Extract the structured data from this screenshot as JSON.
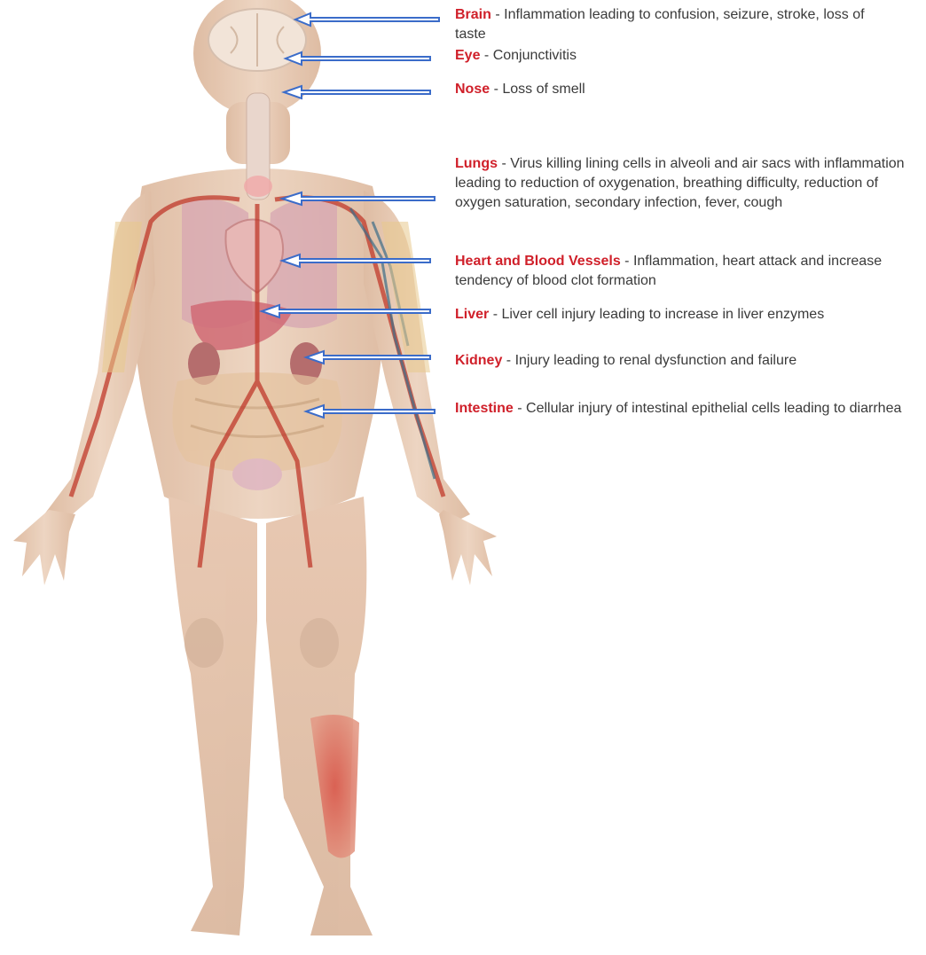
{
  "labels": [
    {
      "id": "brain",
      "organ": "Brain",
      "desc": " - Inflammation leading to confusion, seizure, stroke, loss of taste"
    },
    {
      "id": "eye",
      "organ": "Eye",
      "desc": " - Conjunctivitis"
    },
    {
      "id": "nose",
      "organ": "Nose",
      "desc": " - Loss of smell"
    },
    {
      "id": "lungs",
      "organ": "Lungs",
      "desc": " - Virus killing lining cells in alveoli and air sacs with inflammation leading to reduction of oxygenation, breathing difficulty, reduction of oxygen saturation, secondary infection, fever, cough"
    },
    {
      "id": "heart",
      "organ": "Heart and Blood Vessels",
      "desc": " - Inflammation, heart attack and increase tendency of blood clot formation"
    },
    {
      "id": "liver",
      "organ": "Liver",
      "desc": " - Liver cell injury leading to increase in liver enzymes"
    },
    {
      "id": "kidney",
      "organ": "Kidney",
      "desc": " - Injury leading to renal dysfunction and failure"
    },
    {
      "id": "intestine",
      "organ": "Intestine",
      "desc": " - Cellular injury of intestinal epithelial cells  leading to diarrhea"
    }
  ],
  "colors": {
    "organ_label": "#d0202a",
    "arrow": "#3b6cc9",
    "skin": "#e8c8b0",
    "vessel": "#c0392b"
  }
}
